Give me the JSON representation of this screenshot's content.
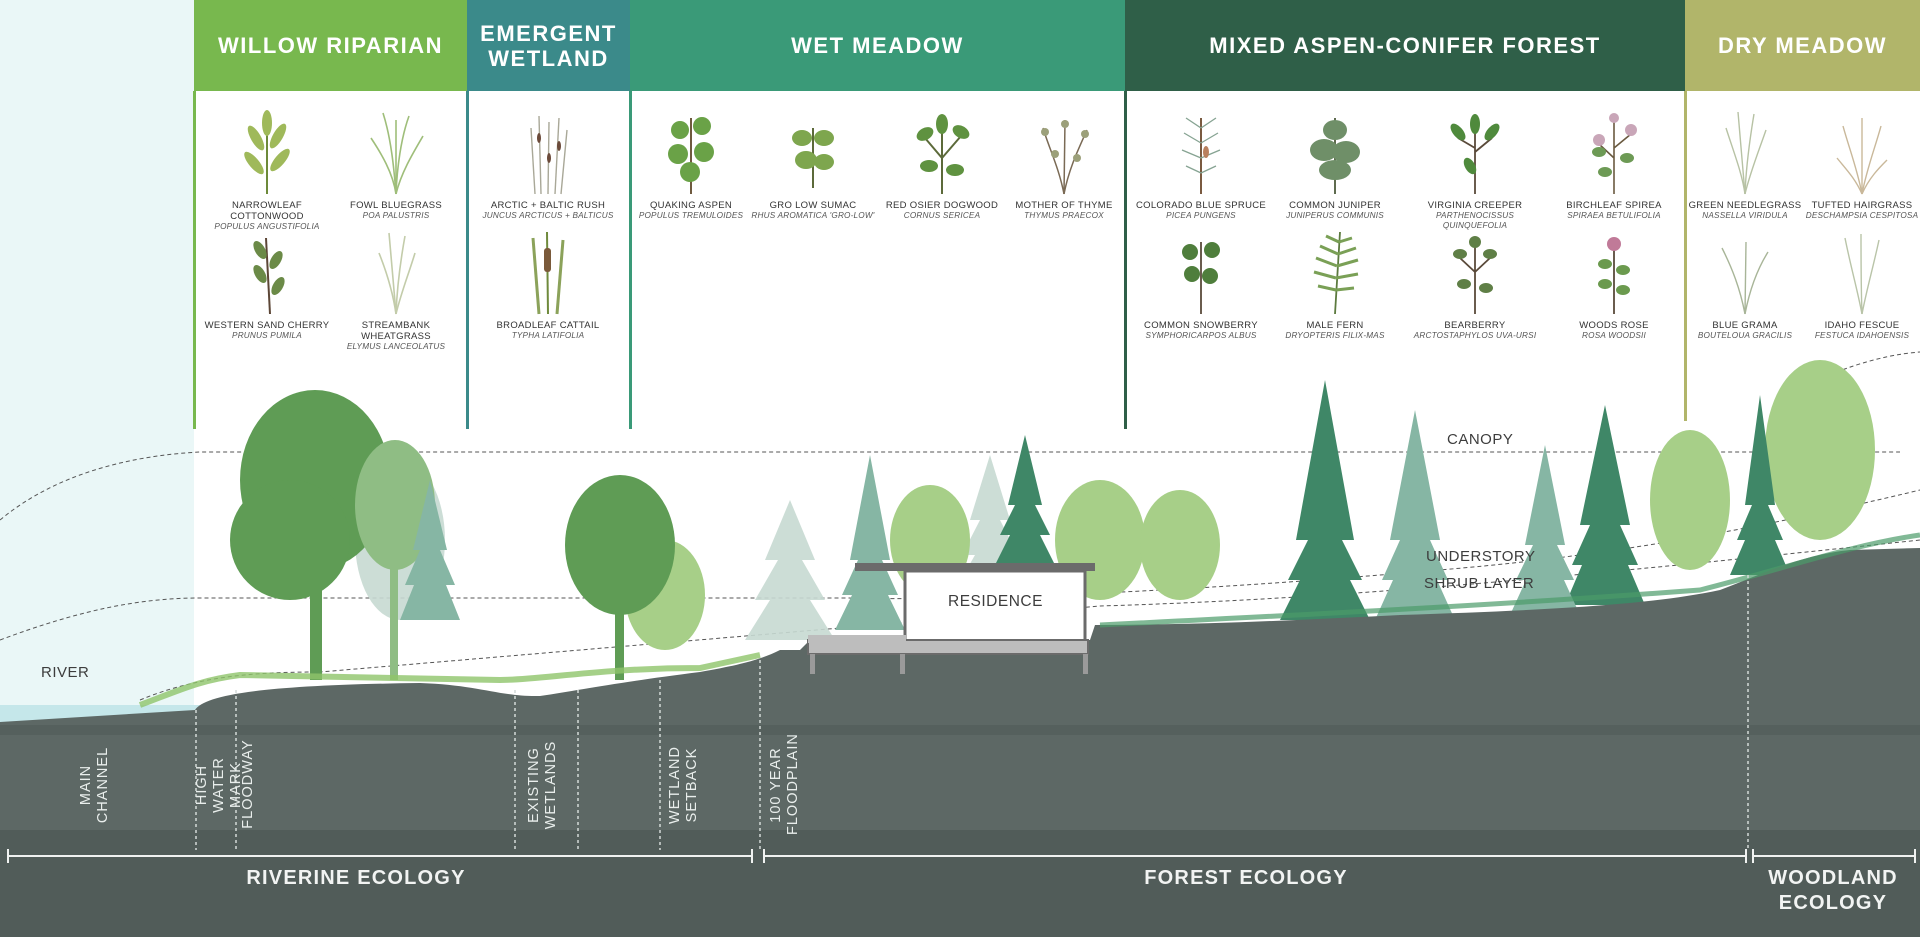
{
  "zones": [
    {
      "id": "willow",
      "title": "WILLOW RIPARIAN",
      "color": "#78b84e"
    },
    {
      "id": "emergent",
      "title": "EMERGENT\nWETLAND",
      "color": "#3b8a8a"
    },
    {
      "id": "wetmeadow",
      "title": "WET MEADOW",
      "color": "#3a9a78"
    },
    {
      "id": "mixed",
      "title": "MIXED ASPEN-CONIFER FOREST",
      "color": "#2f5f48"
    },
    {
      "id": "drymeadow",
      "title": "DRY MEADOW",
      "color": "#b1b56a"
    }
  ],
  "plants": [
    {
      "common": "NARROWLEAF COTTONWOOD",
      "scientific": "POPULUS ANGUSTIFOLIA",
      "icon": "willow-leaf-icon"
    },
    {
      "common": "FOWL BLUEGRASS",
      "scientific": "POA PALUSTRIS",
      "icon": "grass-icon"
    },
    {
      "common": "WESTERN SAND CHERRY",
      "scientific": "PRUNUS PUMILA",
      "icon": "shrub-icon"
    },
    {
      "common": "STREAMBANK WHEATGRASS",
      "scientific": "ELYMUS LANCEOLATUS",
      "icon": "grass-icon"
    },
    {
      "common": "ARCTIC + BALTIC RUSH",
      "scientific": "JUNCUS ARCTICUS + BALTICUS",
      "icon": "rush-icon"
    },
    {
      "common": "BROADLEAF CATTAIL",
      "scientific": "TYPHA LATIFOLIA",
      "icon": "cattail-icon"
    },
    {
      "common": "QUAKING ASPEN",
      "scientific": "POPULUS TREMULOIDES",
      "icon": "round-leaf-icon"
    },
    {
      "common": "GRO LOW SUMAC",
      "scientific": "RHUS AROMATICA 'GRO-LOW'",
      "icon": "leaf-cluster-icon"
    },
    {
      "common": "RED OSIER DOGWOOD",
      "scientific": "CORNUS SERICEA",
      "icon": "leaf-cluster-icon"
    },
    {
      "common": "MOTHER OF THYME",
      "scientific": "THYMUS PRAECOX",
      "icon": "herb-icon"
    },
    {
      "common": "COLORADO BLUE SPRUCE",
      "scientific": "PICEA PUNGENS",
      "icon": "conifer-sprig-icon"
    },
    {
      "common": "COMMON JUNIPER",
      "scientific": "JUNIPERUS COMMUNIS",
      "icon": "juniper-icon"
    },
    {
      "common": "VIRGINIA CREEPER",
      "scientific": "PARTHENOCISSUS QUINQUEFOLIA",
      "icon": "vine-leaf-icon"
    },
    {
      "common": "BIRCHLEAF SPIREA",
      "scientific": "SPIRAEA BETULIFOLIA",
      "icon": "flower-shrub-icon"
    },
    {
      "common": "COMMON SNOWBERRY",
      "scientific": "SYMPHORICARPOS ALBUS",
      "icon": "round-leaf-icon"
    },
    {
      "common": "MALE FERN",
      "scientific": "DRYOPTERIS FILIX-MAS",
      "icon": "fern-icon"
    },
    {
      "common": "BEARBERRY",
      "scientific": "ARCTOSTAPHYLOS UVA-URSI",
      "icon": "leaf-cluster-icon"
    },
    {
      "common": "WOODS ROSE",
      "scientific": "ROSA WOODSII",
      "icon": "rose-icon"
    },
    {
      "common": "GREEN NEEDLEGRASS",
      "scientific": "NASSELLA VIRIDULA",
      "icon": "grass-icon"
    },
    {
      "common": "TUFTED HAIRGRASS",
      "scientific": "DESCHAMPSIA CESPITOSA",
      "icon": "tufted-grass-icon"
    },
    {
      "common": "BLUE GRAMA",
      "scientific": "BOUTELOUA GRACILIS",
      "icon": "grass-icon"
    },
    {
      "common": "IDAHO FESCUE",
      "scientific": "FESTUCA IDAHOENSIS",
      "icon": "grass-icon"
    }
  ],
  "section_labels": {
    "canopy": "CANOPY",
    "understory": "UNDERSTORY",
    "shrub": "SHRUB LAYER",
    "residence": "RESIDENCE",
    "river": "RIVER"
  },
  "markers": [
    {
      "label": "MAIN\nCHANNEL"
    },
    {
      "label": "HIGH WATER\nMARK"
    },
    {
      "label": "FLOODWAY"
    },
    {
      "label": "EXISTING\nWETLANDS"
    },
    {
      "label": "WETLAND\nSETBACK"
    },
    {
      "label": "100 YEAR\nFLOODPLAIN"
    }
  ],
  "ecologies": [
    {
      "label": "RIVERINE ECOLOGY"
    },
    {
      "label": "FOREST ECOLOGY"
    },
    {
      "label": "WOODLAND\nECOLOGY"
    }
  ],
  "colors": {
    "ground_dark": "#4a5552",
    "ground_mid": "#5d6865",
    "ground_light": "#8d9693",
    "water": "#c5e7ea",
    "tree_green": "#5f9c55",
    "conifer": "#3f8767",
    "canopy_pale": "#b6cfc4"
  }
}
